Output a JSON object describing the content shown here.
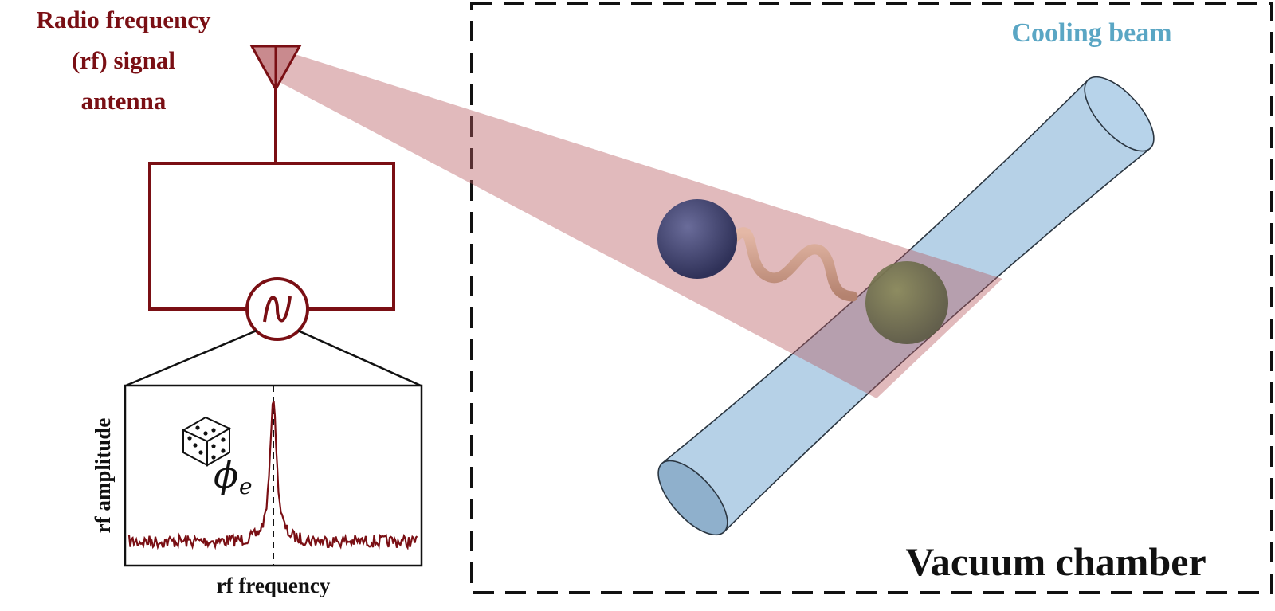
{
  "labels": {
    "antenna_line1": "Radio frequency",
    "antenna_line2": "(rf) signal",
    "antenna_line3": "antenna",
    "cooling_beam": "Cooling beam",
    "vacuum_chamber": "Vacuum chamber",
    "phase_symbol": "ϕ",
    "phase_subscript": "e"
  },
  "spectrum": {
    "xlabel": "rf frequency",
    "ylabel": "rf amplitude"
  },
  "colors": {
    "rf_red": "#7a0f14",
    "beam_fill": "#a9c9e3",
    "beam_cone": "#c98a8e",
    "cooling_text": "#5aa6c4",
    "ion_dark": "#3d3f6b",
    "ion_light": "#7c7a50"
  },
  "icons": {
    "antenna": "antenna-icon",
    "ac_source": "ac-source-icon",
    "dice": "dice-icon"
  }
}
